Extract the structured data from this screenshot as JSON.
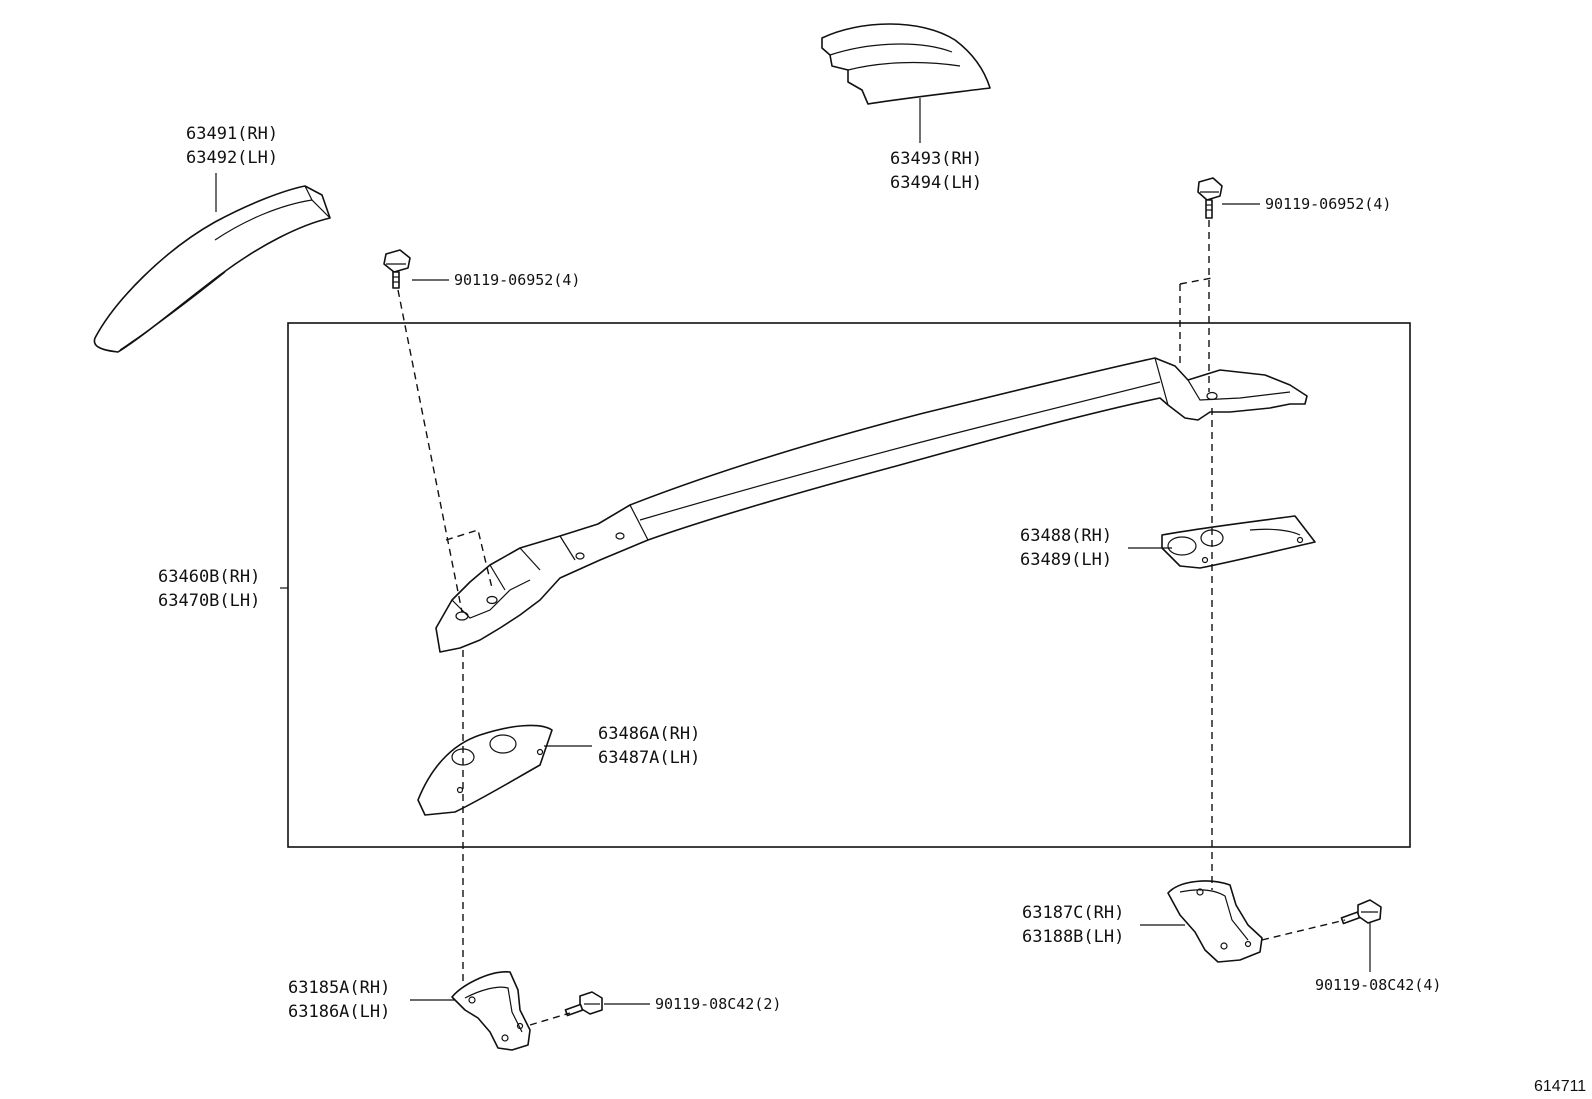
{
  "diagram_ref": "614711",
  "callouts": {
    "end_cover_rear": {
      "line1": "63491(RH)",
      "line2": "63492(LH)"
    },
    "end_cover_front": {
      "line1": "63493(RH)",
      "line2": "63494(LH)"
    },
    "bolt_top_left": "90119-06952(4)",
    "bolt_top_right": "90119-06952(4)",
    "rail_assy": {
      "line1": "63460B(RH)",
      "line2": "63470B(LH)"
    },
    "pad_right": {
      "line1": "63488(RH)",
      "line2": "63489(LH)"
    },
    "pad_left": {
      "line1": "63486A(RH)",
      "line2": "63487A(LH)"
    },
    "bracket_right": {
      "line1": "63187C(RH)",
      "line2": "63188B(LH)"
    },
    "bracket_left": {
      "line1": "63185A(RH)",
      "line2": "63186A(LH)"
    },
    "bolt_bottom_left": "90119-08C42(2)",
    "bolt_bottom_right": "90119-08C42(4)"
  }
}
